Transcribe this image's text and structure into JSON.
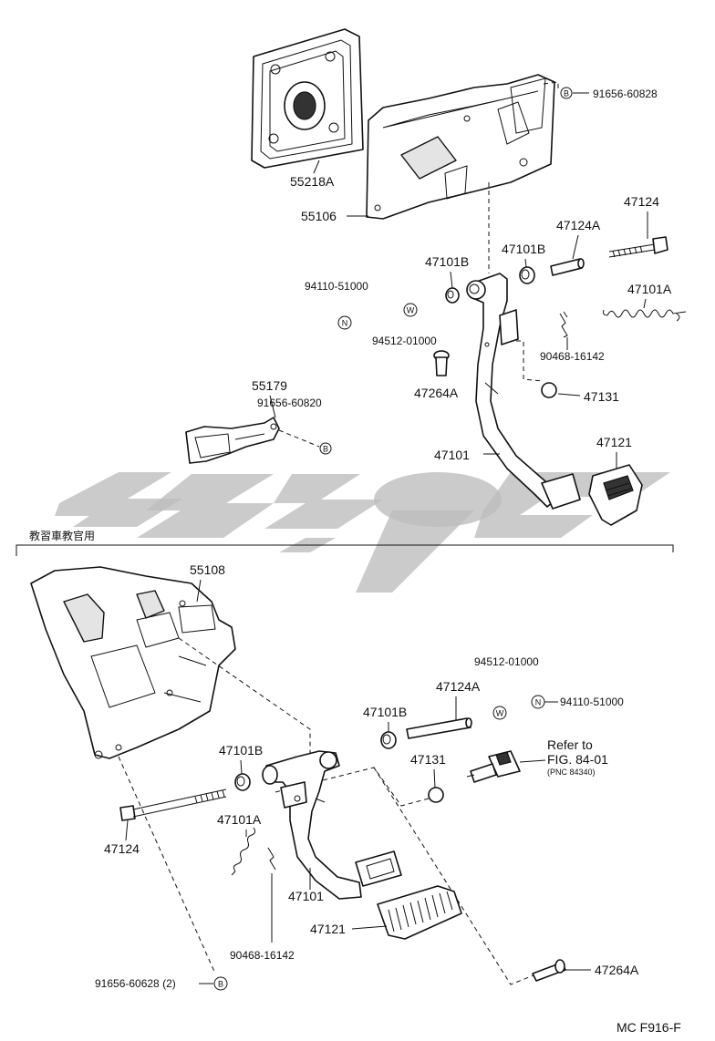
{
  "diagram": {
    "figure_code": "MC F916-F",
    "section_title": "教習車教官用",
    "top": {
      "parts": {
        "p55218A": "55218A",
        "p55106": "55106",
        "p91656_60828": "91656-60828",
        "p47124": "47124",
        "p47124A": "47124A",
        "p47101B_a": "47101B",
        "p47101B_b": "47101B",
        "p94110_51000": "94110-51000",
        "p94512_01000": "94512-01000",
        "p47101A": "47101A",
        "p90468_16142": "90468-16142",
        "p47264A": "47264A",
        "p47131": "47131",
        "p55179": "55179",
        "p91656_60820": "91656-60820",
        "p47101": "47101",
        "p47121": "47121"
      },
      "symbols": {
        "b": "B",
        "n": "N",
        "w": "W"
      }
    },
    "bottom": {
      "parts": {
        "p55108": "55108",
        "p94512_01000": "94512-01000",
        "p47124A": "47124A",
        "p47101B_a": "47101B",
        "p94110_51000": "94110-51000",
        "p47101B_b": "47101B",
        "p47131": "47131",
        "p47124": "47124",
        "p47101A": "47101A",
        "p47101": "47101",
        "p47121": "47121",
        "p90468_16142": "90468-16142",
        "p47264A": "47264A",
        "p91656_60628": "91656-60628 (2)"
      },
      "refer": {
        "line1": "Refer to",
        "line2": "FIG. 84-01",
        "line3": "(PNC 84340)"
      },
      "symbols": {
        "b": "B",
        "n": "N",
        "w": "W"
      }
    }
  }
}
